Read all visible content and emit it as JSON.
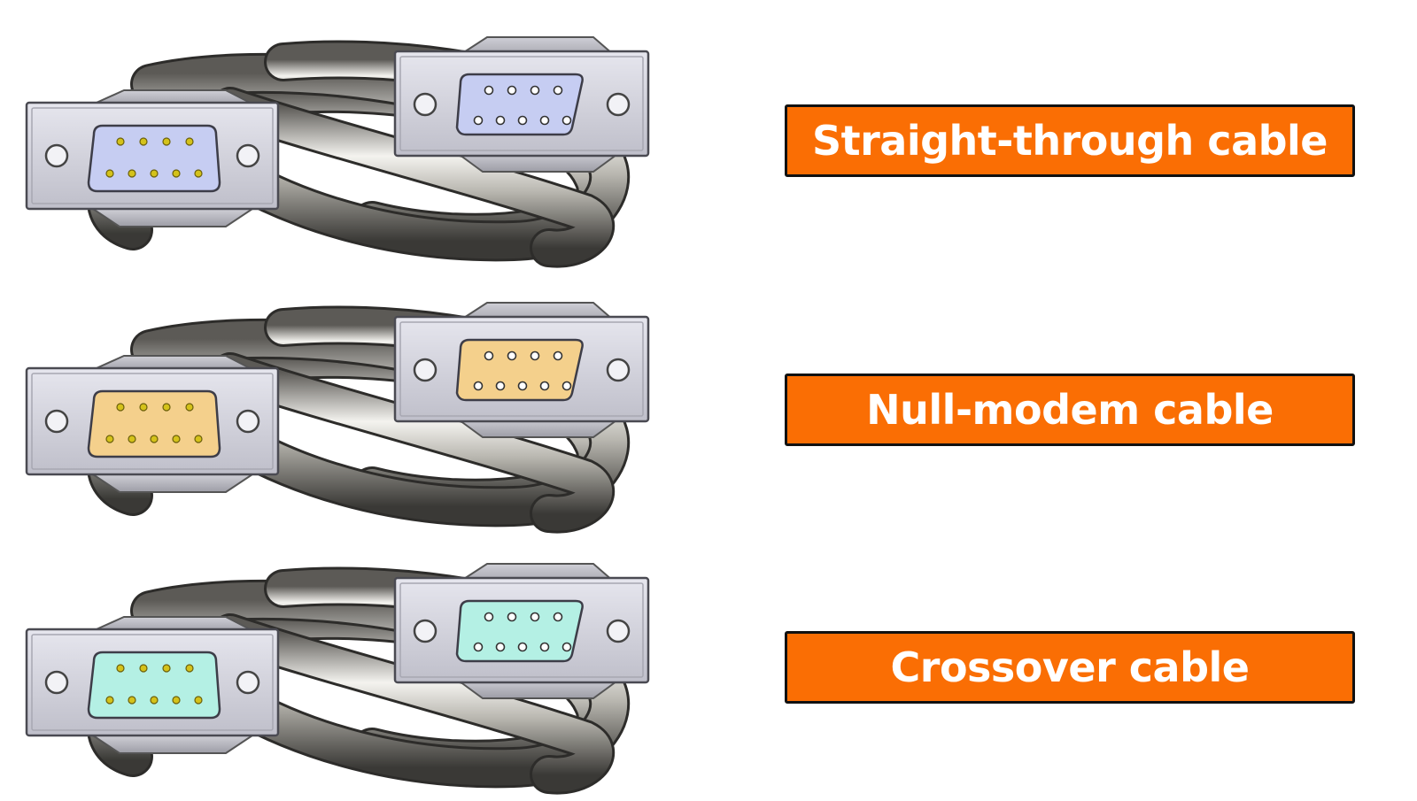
{
  "colors": {
    "label_bg": "#fa6e04",
    "label_text": "#ffffff",
    "label_border": "#111111",
    "connector_shell": "#d2d2dc",
    "cable": "#9c9a92"
  },
  "cables": [
    {
      "label": "Straight-through cable",
      "insert_color": "#c6cdf2",
      "icon": "db9-serial-cable-icon"
    },
    {
      "label": "Null-modem cable",
      "insert_color": "#f4d08c",
      "icon": "db9-serial-cable-icon"
    },
    {
      "label": "Crossover cable",
      "insert_color": "#b4f0e4",
      "icon": "db9-serial-cable-icon"
    }
  ]
}
